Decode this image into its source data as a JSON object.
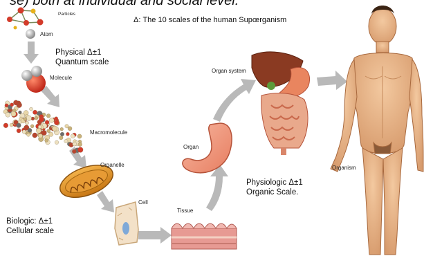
{
  "header": {
    "top_text": "se) both at individual and social level."
  },
  "title": "Δ: The 10 scales of the human Supœrganism",
  "stages": {
    "particles": "Particles",
    "atom": "Atom",
    "molecule": "Molecule",
    "macromolecule": "Macromolecule",
    "organelle": "Organelle",
    "cell": "Cell",
    "tissue": "Tissue",
    "organ": "Organ",
    "organ_system": "Organ system",
    "organism": "Organism"
  },
  "notes": {
    "physical": [
      "Physical Δ±1",
      "Quantum scale"
    ],
    "biologic": [
      "Biologic: Δ±1",
      "Cellular scale"
    ],
    "physiologic": [
      "Physiologic Δ±1",
      "Organic  Scale."
    ]
  }
}
